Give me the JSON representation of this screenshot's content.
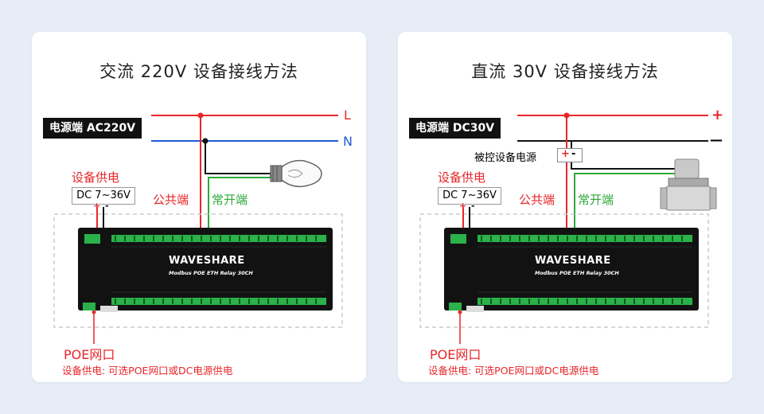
{
  "left": {
    "title": "交流 220V 设备接线方法",
    "power_label": "电源端 AC220V",
    "line_L": "L",
    "line_N": "N",
    "supply_label": "设备供电",
    "dc_range": "DC 7~36V",
    "dc_plus": "+",
    "dc_minus": "-",
    "common_label": "公共端",
    "no_label": "常开端",
    "poe_label": "POE网口",
    "poe_note": "设备供电: 可选POE网口或DC电源供电",
    "brand": "WAVESHARE",
    "model": "Modbus POE ETH Relay 30CH"
  },
  "right": {
    "title": "直流 30V 设备接线方法",
    "power_label": "电源端 DC30V",
    "plus_sign": "+",
    "minus_sign": "—",
    "controlled_label": "被控设备电源",
    "ctrl_plus": "+",
    "ctrl_minus": "-",
    "supply_label": "设备供电",
    "dc_range": "DC 7~36V",
    "dc_plus": "+",
    "dc_minus": "-",
    "common_label": "公共端",
    "no_label": "常开端",
    "poe_label": "POE网口",
    "poe_note": "设备供电: 可选POE网口或DC电源供电",
    "brand": "WAVESHARE",
    "model": "Modbus POE ETH Relay 30CH"
  },
  "colors": {
    "red": "#e8262a",
    "blue": "#1f5bd6",
    "green": "#2ea83a",
    "black": "#111111"
  }
}
